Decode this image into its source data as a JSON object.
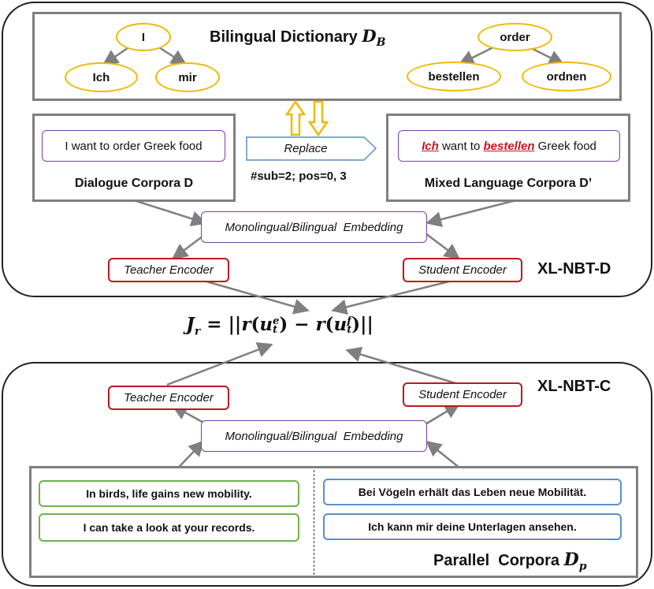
{
  "dictionary": {
    "title": "Bilingual Dictionary",
    "symbol": "D",
    "symbol_sub": "B",
    "left_root": "I",
    "left_children": [
      "Ich",
      "mir"
    ],
    "right_root": "order",
    "right_children": [
      "bestellen",
      "ordnen"
    ]
  },
  "replace": {
    "label": "Replace",
    "meta": "#sub=2; pos=0, 3"
  },
  "dialogue": {
    "sentence": "I want to order Greek food",
    "label": "Dialogue Corpora D"
  },
  "mixed": {
    "word1": "Ich",
    "part2": " want to ",
    "word2": "bestellen",
    "part3": " Greek food",
    "label": "Mixed Language Corpora D’"
  },
  "top": {
    "embedding": "Monolingual/Bilingual  Embedding",
    "teacher": "Teacher Encoder",
    "student": "Student Encoder",
    "panel_label": "XL-NBT-D"
  },
  "loss": {
    "J": "J",
    "r_sub": "r",
    "eq": " = ||",
    "r1": "r",
    "u1": "u",
    "u1_sup": "e",
    "u1_sub": "t",
    "minus": ") − ",
    "r2": "r",
    "u2": "u",
    "u2_sup": "f",
    "u2_sub": "t",
    "end": ")||"
  },
  "bottom": {
    "embedding": "Monolingual/Bilingual  Embedding",
    "teacher": "Teacher Encoder",
    "student": "Student Encoder",
    "panel_label": "XL-NBT-C"
  },
  "parallel": {
    "en": [
      "In birds, life gains new mobility.",
      "I can take a look at your records."
    ],
    "de": [
      "Bei Vögeln erhält das Leben neue Mobilität.",
      "Ich kann mir deine Unterlagen ansehen."
    ],
    "label": "Parallel  Corpora",
    "symbol": "D",
    "symbol_sub": "p"
  },
  "colors": {
    "purple": "#7a3fb0",
    "red": "#c0171d",
    "green": "#6fb24a",
    "blue": "#5b8fc9",
    "gold": "#f2b800",
    "arrow": "#7f7f7f"
  }
}
